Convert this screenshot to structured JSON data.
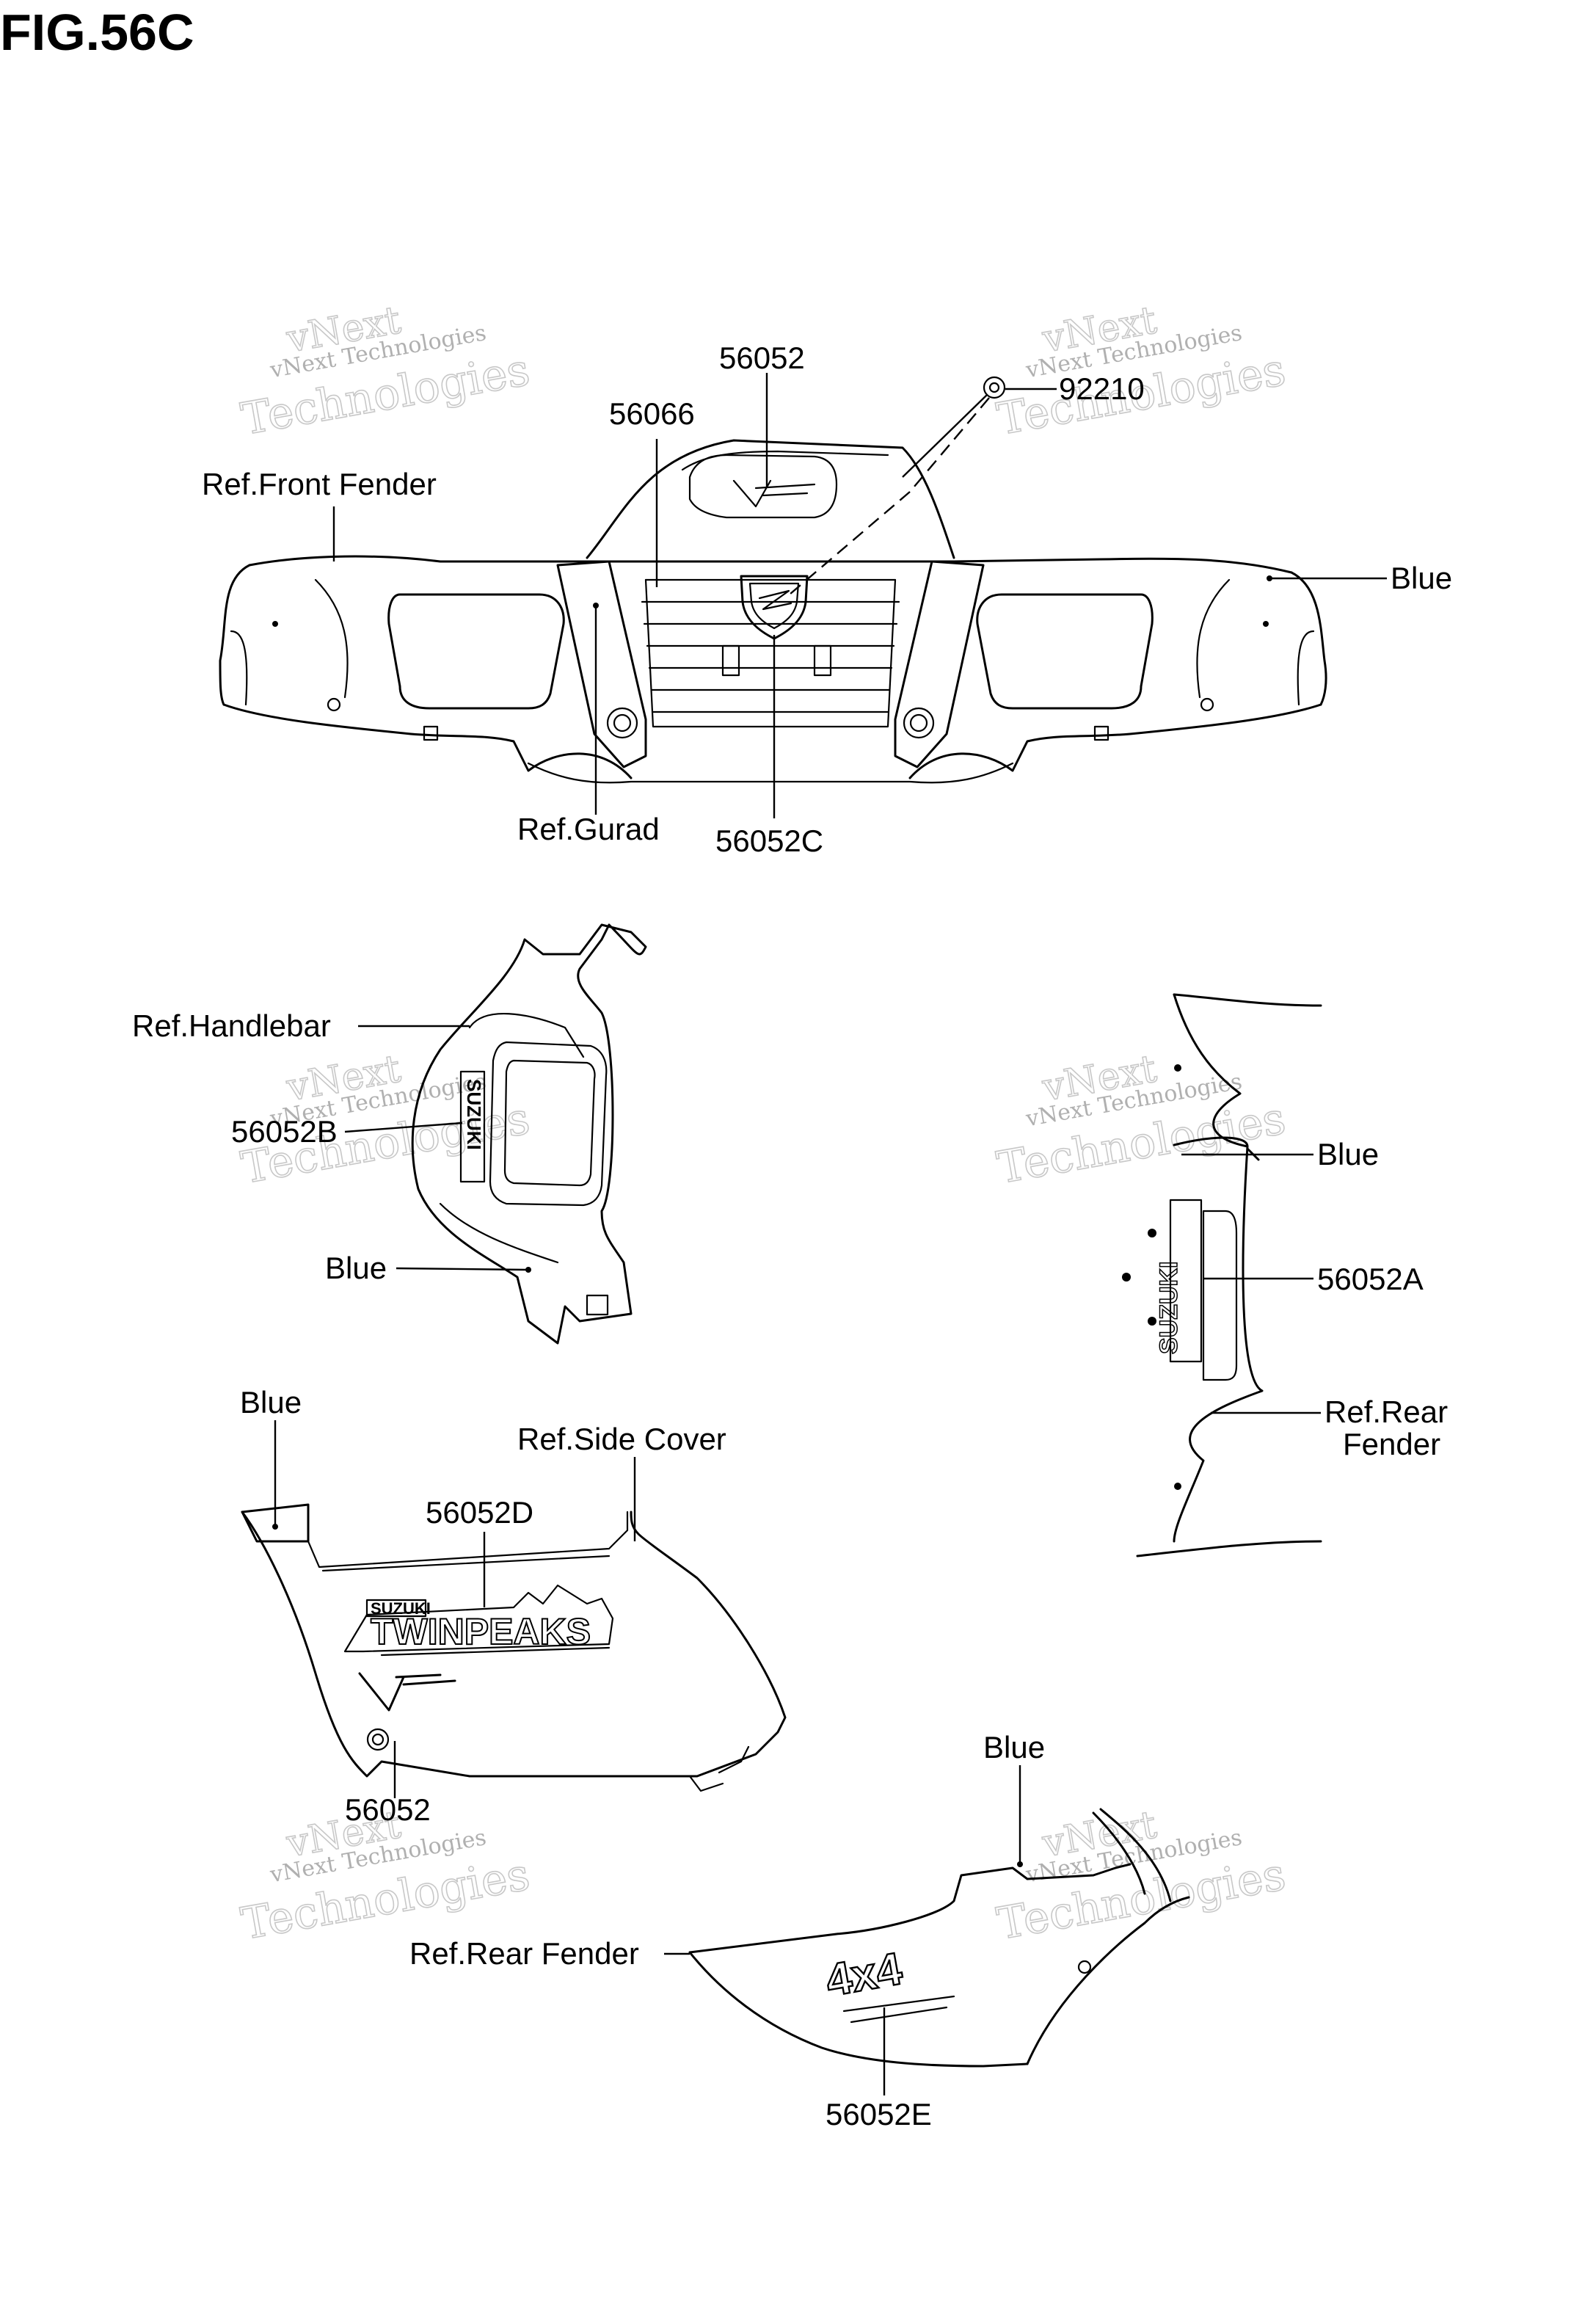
{
  "figure": {
    "title": "FIG.56C"
  },
  "watermark": {
    "line1": "vNext",
    "line2": "vNext Technologies",
    "line3": "Technologies"
  },
  "front": {
    "p56052": "56052",
    "p92210": "92210",
    "p56066": "56066",
    "ref_front_fender": "Ref.Front Fender",
    "blue": "Blue",
    "ref_guard": "Ref.Gurad",
    "p56052C": "56052C"
  },
  "handlebar": {
    "ref_handlebar": "Ref.Handlebar",
    "p56052B": "56052B",
    "blue": "Blue",
    "badge": "SUZUKI"
  },
  "rear_top": {
    "blue": "Blue",
    "p56052A": "56052A",
    "ref_rear_fender_1": "Ref.Rear",
    "ref_rear_fender_2": "Fender",
    "badge": "SUZUKI"
  },
  "side_cover": {
    "blue": "Blue",
    "ref_side_cover": "Ref.Side Cover",
    "p56052D": "56052D",
    "p56052": "56052",
    "decal_brand": "SUZUKI",
    "decal_model": "TWINPEAKS"
  },
  "rear_fender": {
    "blue": "Blue",
    "ref_rear_fender": "Ref.Rear Fender",
    "p56052E": "56052E",
    "decal": "4x4"
  },
  "colors": {
    "ink": "#000000",
    "watermark": "#c8c8c8",
    "background": "#ffffff"
  }
}
